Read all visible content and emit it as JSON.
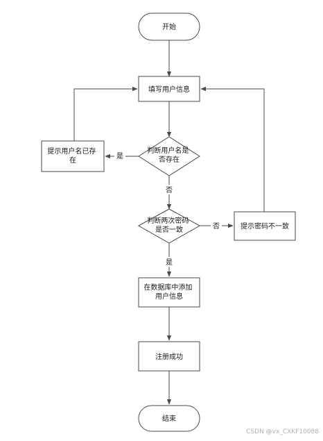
{
  "colors": {
    "stroke": "#4a4a4a",
    "fill": "#ffffff",
    "text": "#1a1a1a",
    "watermark": "#b0b0b0"
  },
  "nodes": {
    "start": [
      "开始"
    ],
    "fill_info": [
      "填写用户信息"
    ],
    "check_username": [
      "判断用户名是",
      "否存在"
    ],
    "username_exists": [
      "提示用户名已存",
      "在"
    ],
    "check_passwords": [
      "判断两次密码",
      "是否一致"
    ],
    "password_mismatch": [
      "提示密码不一致"
    ],
    "add_to_db": [
      "在数据库中添加",
      "用户信息"
    ],
    "success": [
      "注册成功"
    ],
    "end": [
      "结束"
    ]
  },
  "edge_labels": {
    "username_yes": "是",
    "username_no": "否",
    "password_no": "否",
    "password_yes": "是"
  },
  "watermark": "CSDN @vx_CXKF10088"
}
